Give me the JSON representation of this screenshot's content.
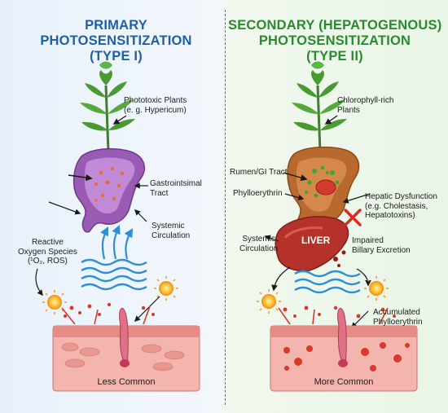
{
  "left_panel": {
    "title_lines": [
      "PRIMARY",
      "PHOTOSENSITIZATION",
      "(TYPE I)"
    ],
    "phototoxic_plants": [
      "Phototoxic Plants",
      "(e. g. Hypericum)"
    ],
    "gi_tract": [
      "Gastrointsimal",
      "Tract"
    ],
    "systemic_circulation": [
      "Systemic",
      "Circulation"
    ],
    "ros": [
      "Reactive",
      "Oxygen Species",
      "(¹O₂, ROS)"
    ],
    "caption": "Less Common"
  },
  "right_panel": {
    "title_lines": [
      "SECONDARY (HEPATOGENOUS)",
      "PHOTOSENSITIZATION",
      "(TYPE II)"
    ],
    "chlorophyll_plants": [
      "Chlorophyll-rich",
      "Plants"
    ],
    "rumen": "Rumen/GI Tract",
    "phylloerythrin": "Phylloerythrin",
    "hepatic_dysfunction": [
      "Hepatic Dysfunction",
      "(e.g. Cholestasis,",
      "Hepatotoxins)"
    ],
    "systemic_circulation": [
      "Systemic",
      "Circulation"
    ],
    "liver": "LIVER",
    "impaired_excretion": [
      "Impaired",
      "Billary Excretion"
    ],
    "accumulated": [
      "Accumulated",
      "Phylloerythrin"
    ],
    "caption": "More Common"
  },
  "colors": {
    "left_title": "#1f5fa8",
    "right_title": "#2a8a2e",
    "stomach_left": "#9a5bb5",
    "stomach_right": "#b86a2e",
    "liver": "#b5322a",
    "skin": "#f3b5ae",
    "circulation": "#2f8fd3",
    "sun": "#f6a21a"
  },
  "icons": [
    "plant-icon",
    "stomach-icon",
    "liver-icon",
    "sun-icon",
    "blocked-x-icon",
    "skin-cross-section-icon",
    "circulation-waves-icon"
  ]
}
